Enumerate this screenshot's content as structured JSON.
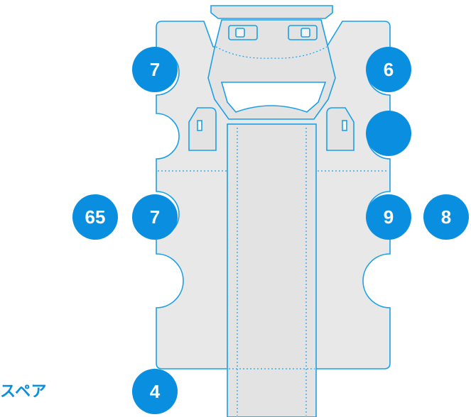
{
  "colors": {
    "badge": "#0a8fe0",
    "outline": "#1aa0e8",
    "panel": "#e8e8e8"
  },
  "spare_label": "スペア",
  "badges": [
    {
      "id": "left-top",
      "label": "7"
    },
    {
      "id": "right-top",
      "label": "6"
    },
    {
      "id": "right-middle",
      "label": ""
    },
    {
      "id": "far-left",
      "label": "65"
    },
    {
      "id": "left-lower",
      "label": "7"
    },
    {
      "id": "right-lower",
      "label": "9"
    },
    {
      "id": "far-right",
      "label": "8"
    },
    {
      "id": "bottom",
      "label": "4"
    }
  ]
}
